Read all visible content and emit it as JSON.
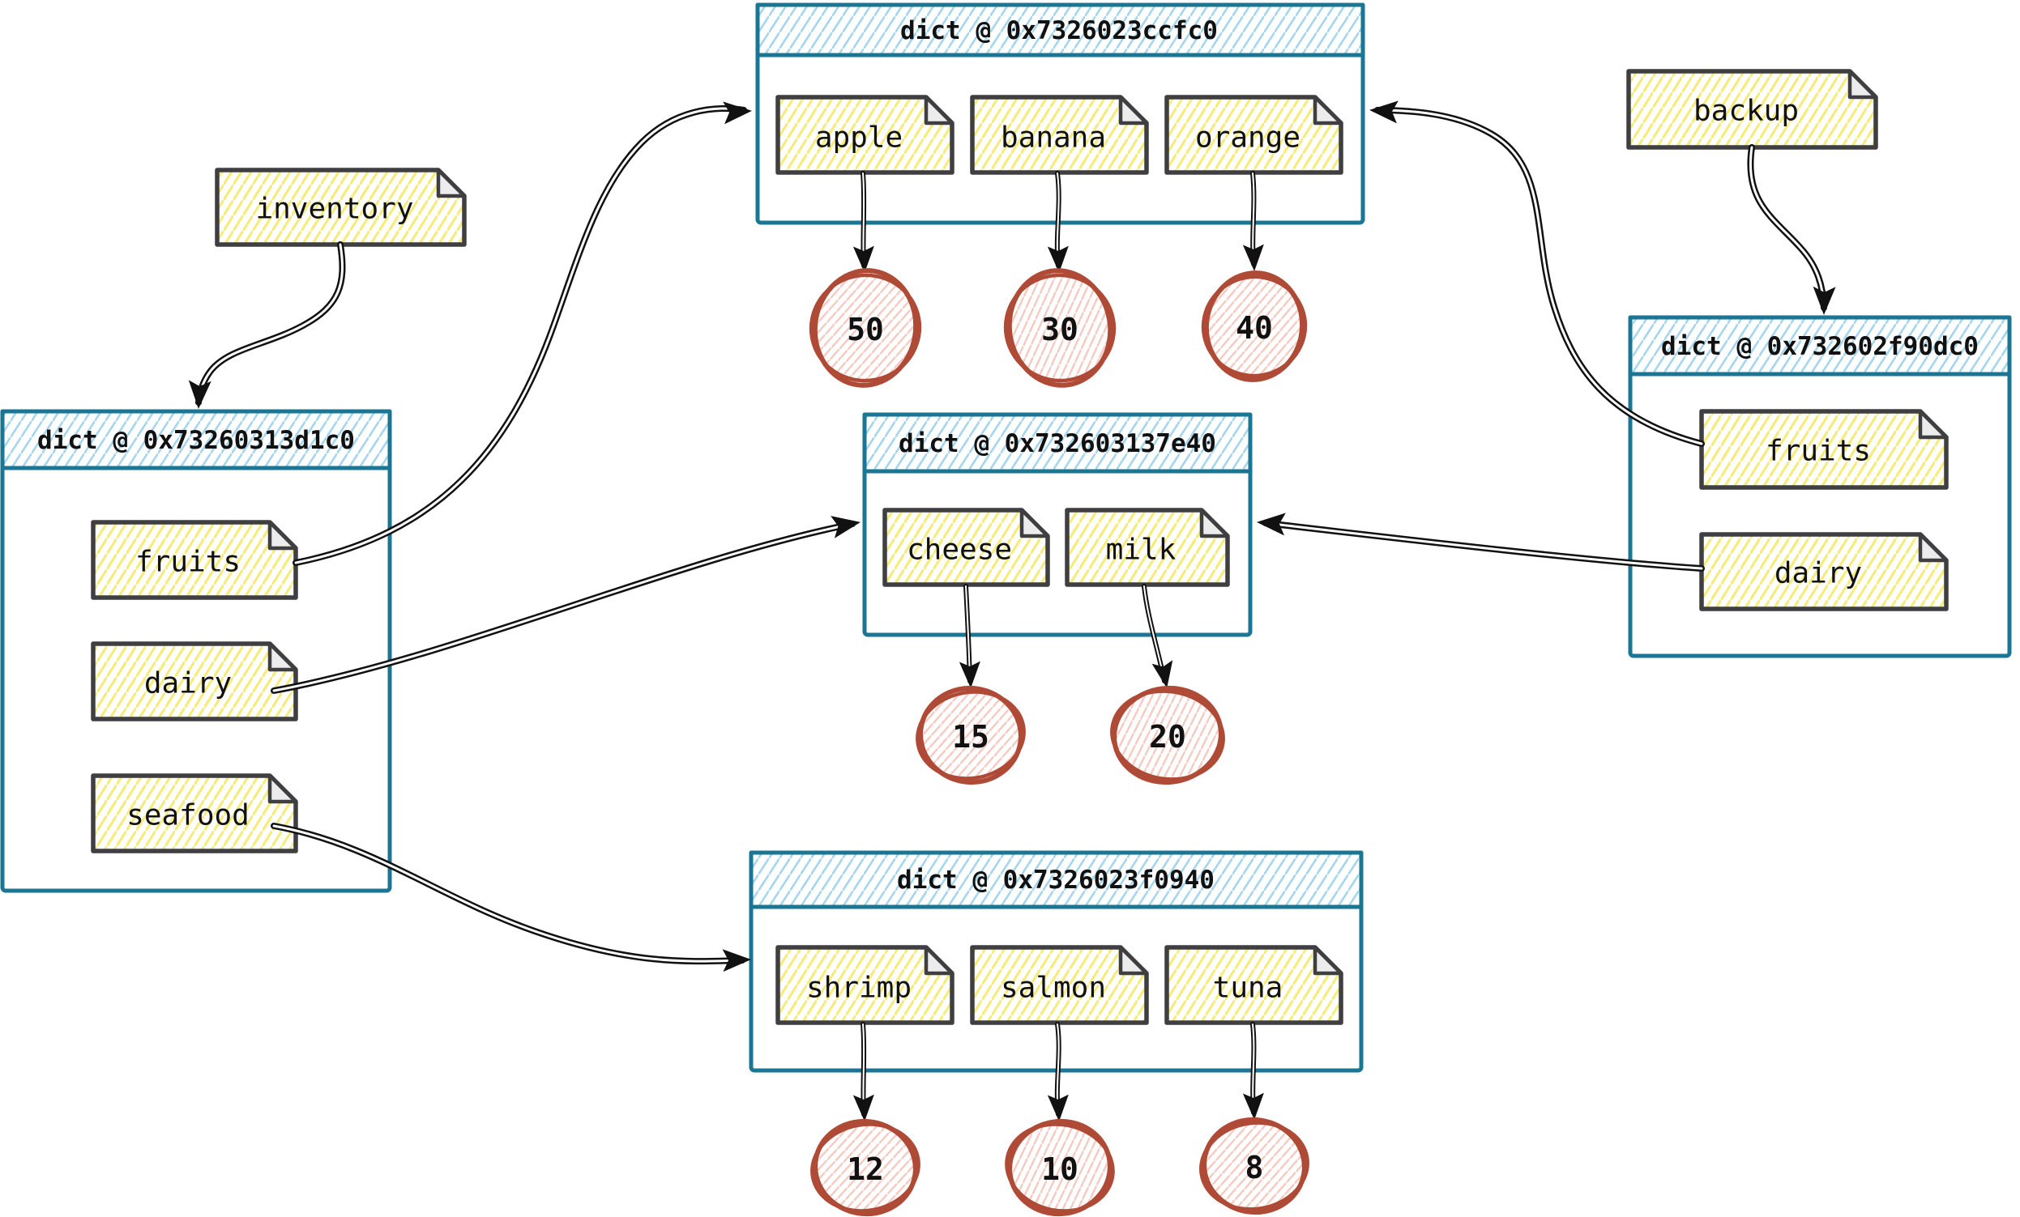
{
  "labels": {
    "inventory": "inventory",
    "backup": "backup"
  },
  "dicts": {
    "top": {
      "address": "dict @ 0x7326023ccfc0",
      "keys": [
        "apple",
        "banana",
        "orange"
      ]
    },
    "left": {
      "address": "dict @ 0x73260313d1c0",
      "keys": [
        "fruits",
        "dairy",
        "seafood"
      ]
    },
    "middle": {
      "address": "dict @ 0x732603137e40",
      "keys": [
        "cheese",
        "milk"
      ]
    },
    "bottom": {
      "address": "dict @ 0x7326023f0940",
      "keys": [
        "shrimp",
        "salmon",
        "tuna"
      ]
    },
    "right": {
      "address": "dict @ 0x732602f90dc0",
      "keys": [
        "fruits",
        "dairy"
      ]
    }
  },
  "values": {
    "apple": "50",
    "banana": "30",
    "orange": "40",
    "cheese": "15",
    "milk": "20",
    "shrimp": "12",
    "salmon": "10",
    "tuna": "8"
  },
  "edges": [
    {
      "from": "inventory",
      "to": "dict @ 0x73260313d1c0"
    },
    {
      "from": "backup",
      "to": "dict @ 0x732602f90dc0"
    },
    {
      "from": "dict 0x73260313d1c0 key fruits",
      "to": "dict @ 0x7326023ccfc0"
    },
    {
      "from": "dict 0x73260313d1c0 key dairy",
      "to": "dict @ 0x732603137e40"
    },
    {
      "from": "dict 0x73260313d1c0 key seafood",
      "to": "dict @ 0x7326023f0940"
    },
    {
      "from": "dict 0x732602f90dc0 key fruits",
      "to": "dict @ 0x7326023ccfc0"
    },
    {
      "from": "dict 0x732602f90dc0 key dairy",
      "to": "dict @ 0x732603137e40"
    },
    {
      "from": "apple",
      "to": "50"
    },
    {
      "from": "banana",
      "to": "30"
    },
    {
      "from": "orange",
      "to": "40"
    },
    {
      "from": "cheese",
      "to": "15"
    },
    {
      "from": "milk",
      "to": "20"
    },
    {
      "from": "shrimp",
      "to": "12"
    },
    {
      "from": "salmon",
      "to": "10"
    },
    {
      "from": "tuna",
      "to": "8"
    }
  ],
  "colors": {
    "dict_border": "#1a7693",
    "dict_header_hatch": "#a5d6ee",
    "note_border": "#3f3f41",
    "note_hatch": "#f6ec7d",
    "value_circle_stroke": "#ae4a36",
    "value_circle_hatch": "#f4c9c0",
    "arrow": "#111111"
  }
}
